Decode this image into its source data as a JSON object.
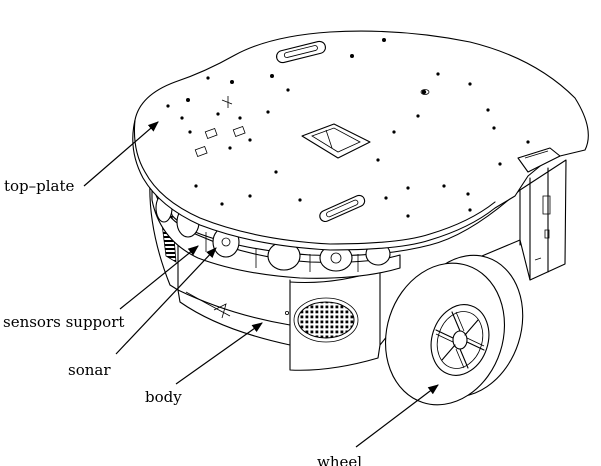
{
  "labels": {
    "top_plate": "top–plate",
    "sensors_support": "sensors support",
    "sonar": "sonar",
    "body": "body",
    "wheel": "wheel"
  }
}
